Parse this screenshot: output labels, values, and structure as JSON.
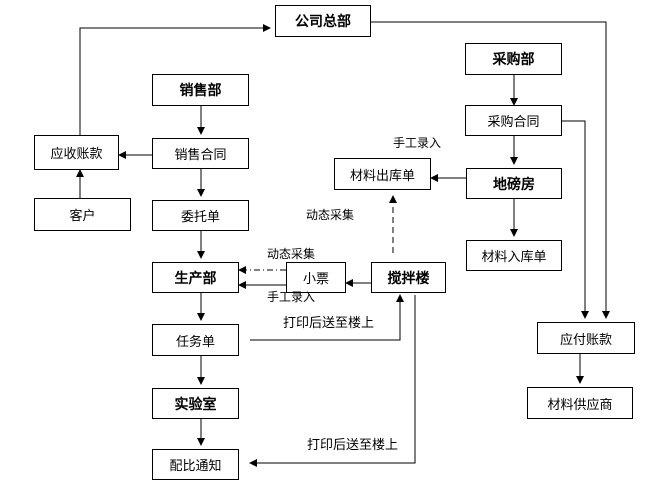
{
  "nodes": {
    "hq": "公司总部",
    "purchase": "采购部",
    "purchase_contract": "采购合同",
    "sales": "销售部",
    "receivable": "应收账款",
    "sales_contract": "销售合同",
    "customer": "客户",
    "entrust": "委托单",
    "production": "生产部",
    "ticket": "小票",
    "mixing": "搅拌楼",
    "material_out": "材料出库单",
    "weighbridge": "地磅房",
    "material_in": "材料入库单",
    "task": "任务单",
    "payable": "应付账款",
    "supplier": "材料供应商",
    "lab": "实验室",
    "mix_notice": "配比通知"
  },
  "labels": {
    "manual_top": "手工录入",
    "dynamic_top": "动态采集",
    "dynamic_mid": "动态采集",
    "manual_mid": "手工录入",
    "print_1": "打印后送至楼上",
    "print_2": "打印后送至楼上"
  },
  "colors": {
    "line": "#000000",
    "background": "#ffffff"
  }
}
